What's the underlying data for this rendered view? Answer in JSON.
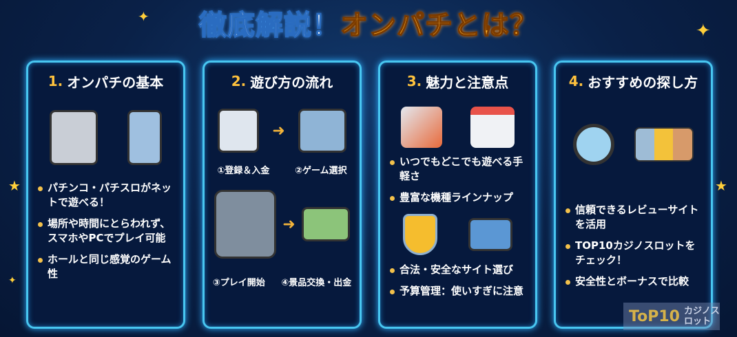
{
  "title": {
    "part1": "徹底解説！",
    "part2": "オンパチとは？"
  },
  "panels": [
    {
      "num": "1.",
      "heading": "オンパチの基本",
      "icons": [
        "slot-machine-icon",
        "smartphone-coin-icon"
      ],
      "bullets": [
        "パチンコ・パチスロがネットで遊べる！",
        "場所や時間にとらわれず、スマホやPCでプレイ可能",
        "ホールと同じ感覚のゲーム性"
      ]
    },
    {
      "num": "2.",
      "heading": "遊び方の流れ",
      "steps": [
        "①登録＆入金",
        "②ゲーム選択",
        "③プレイ開始",
        "④景品交換・出金"
      ]
    },
    {
      "num": "3.",
      "heading": "魅力と注意点",
      "bullets": [
        "いつでもどこでも遊べる手軽さ",
        "豊富な機種ラインナップ",
        "合法・安全なサイト選び",
        "予算管理：使いすぎに注意"
      ]
    },
    {
      "num": "4.",
      "heading": "おすすめの探し方",
      "bullets": [
        "信頼できるレビューサイトを活用",
        "TOP10カジノスロットをチェック！",
        "安全性とボーナスで比較"
      ]
    }
  ],
  "watermark": {
    "logo": "ToP10",
    "text": "カジノスロット"
  },
  "colors": {
    "accent": "#ffc23d",
    "border": "#48c6f0",
    "background": "#0a2148"
  }
}
